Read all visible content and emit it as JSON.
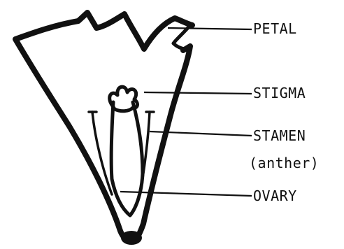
{
  "labels": {
    "petal": "PETAL",
    "stigma": "STIGMA",
    "stamen": "STAMEN",
    "anther": "(anther)",
    "ovary": "OVARY"
  }
}
